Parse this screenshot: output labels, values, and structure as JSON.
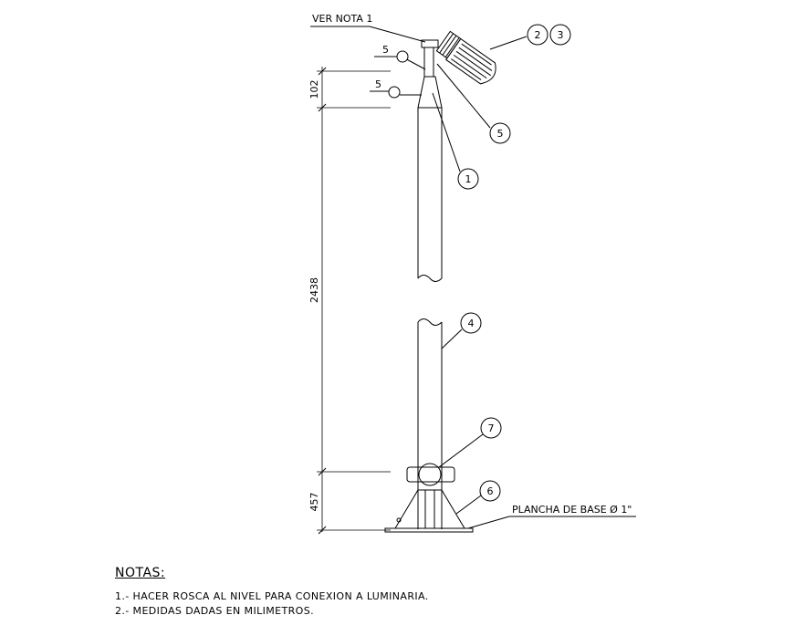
{
  "callouts": {
    "ver_nota": "VER NOTA 1",
    "plancha": "PLANCHA DE BASE Ø 1\"",
    "mark_5a": "5",
    "mark_5b": "5"
  },
  "bubbles": [
    "2",
    "3",
    "5",
    "1",
    "4",
    "7",
    "6"
  ],
  "dimensions": {
    "top": "102",
    "middle": "2438",
    "bottom": "457"
  },
  "notes": {
    "title": "NOTAS:",
    "items": [
      "1.- HACER ROSCA AL NIVEL PARA CONEXION A LUMINARIA.",
      "2.- MEDIDAS DADAS EN MILIMETROS."
    ]
  }
}
